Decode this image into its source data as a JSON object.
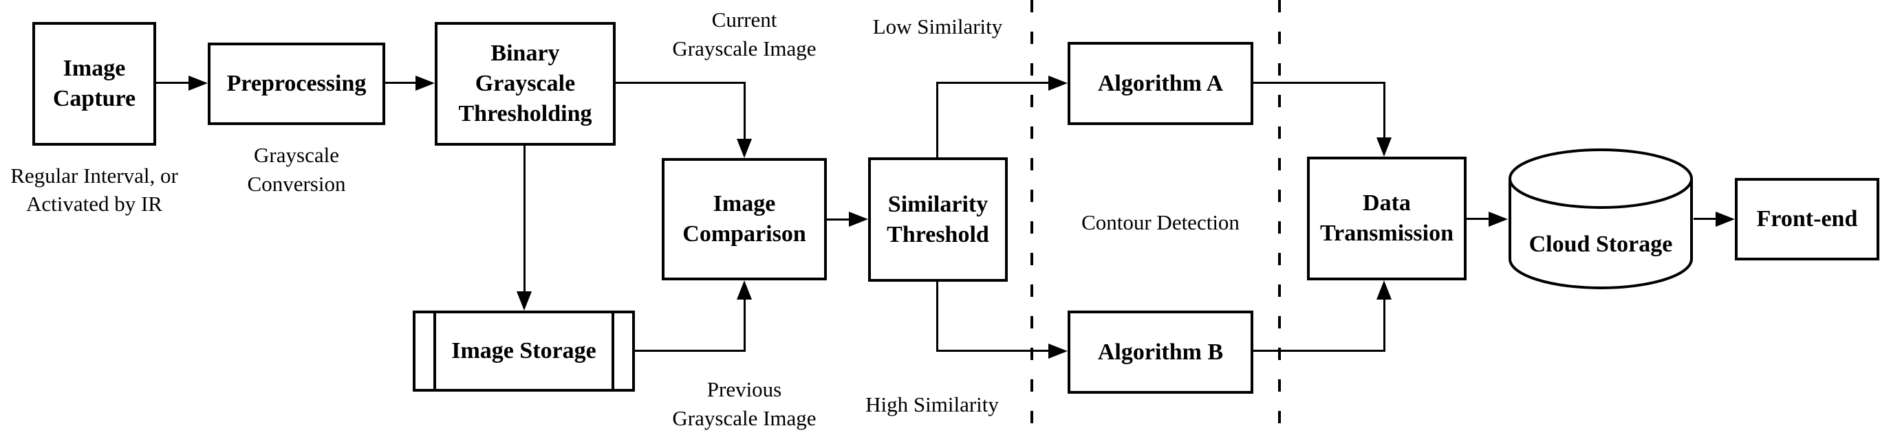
{
  "diagram": {
    "type": "flowchart",
    "colors": {
      "stroke": "#000000",
      "background": "#ffffff"
    },
    "nodes": {
      "image_capture": {
        "label": "Image\nCapture",
        "shape": "rect"
      },
      "preprocessing": {
        "label": "Preprocessing",
        "shape": "rect"
      },
      "binary_thresholding": {
        "label": "Binary\nGrayscale\nThresholding",
        "shape": "rect"
      },
      "image_comparison": {
        "label": "Image\nComparison",
        "shape": "rect"
      },
      "image_storage": {
        "label": "Image Storage",
        "shape": "predefined-process"
      },
      "similarity_threshold": {
        "label": "Similarity\nThreshold",
        "shape": "rect"
      },
      "algorithm_a": {
        "label": "Algorithm A",
        "shape": "rect"
      },
      "algorithm_b": {
        "label": "Algorithm B",
        "shape": "rect"
      },
      "data_transmission": {
        "label": "Data\nTransmission",
        "shape": "rect"
      },
      "cloud_storage": {
        "label": "Cloud Storage",
        "shape": "cylinder"
      },
      "front_end": {
        "label": "Front-end",
        "shape": "rect"
      }
    },
    "annotations": {
      "capture_note": "Regular Interval, or\nActivated by IR",
      "preprocessing_note": "Grayscale\nConversion",
      "current_image": "Current\nGrayscale Image",
      "previous_image": "Previous\nGrayscale Image",
      "low_similarity": "Low Similarity",
      "high_similarity": "High Similarity",
      "contour_detection": "Contour Detection"
    },
    "edges": [
      "image_capture -> preprocessing",
      "preprocessing -> binary_thresholding",
      "binary_thresholding -> image_comparison (Current Grayscale Image)",
      "binary_thresholding -> image_storage",
      "image_storage -> image_comparison (Previous Grayscale Image)",
      "image_comparison -> similarity_threshold",
      "similarity_threshold -> algorithm_a (Low Similarity)",
      "similarity_threshold -> algorithm_b (High Similarity)",
      "algorithm_a -> data_transmission",
      "algorithm_b -> data_transmission",
      "data_transmission -> cloud_storage",
      "cloud_storage -> front_end"
    ]
  }
}
